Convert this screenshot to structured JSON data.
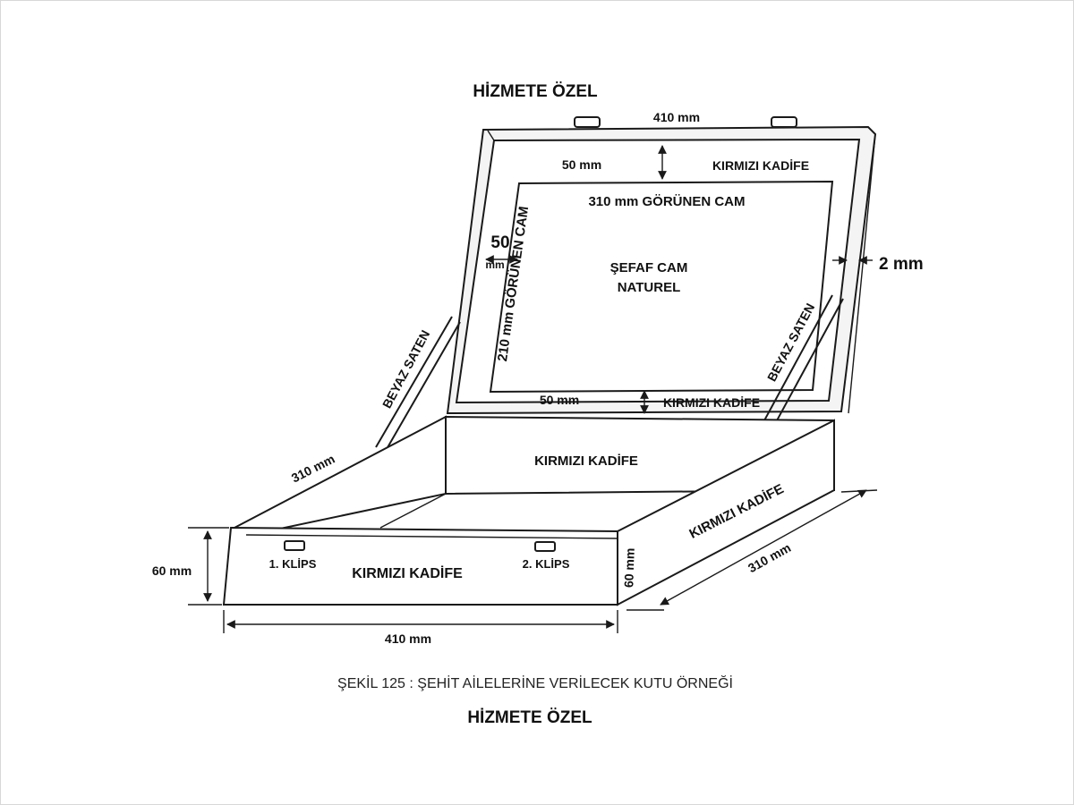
{
  "header": {
    "classification_top": "HİZMETE ÖZEL"
  },
  "footer": {
    "caption": "ŞEKİL 125 : ŞEHİT AİLELERİNE VERİLECEK KUTU ÖRNEĞİ",
    "classification_bottom": "HİZMETE ÖZEL"
  },
  "lid": {
    "width_label": "410 mm",
    "top_margin_label": "50 mm",
    "top_velvet_label": "KIRMIZI KADİFE",
    "glass_width_label": "310 mm GÖRÜNEN CAM",
    "glass_height_label": "210 mm GÖRÜNEN CAM",
    "side_margin_value": "50",
    "side_margin_unit": "mm",
    "glass_label_line1": "ŞEFAF CAM",
    "glass_label_line2": "NATUREL",
    "frame_thickness_label": "2 mm",
    "bottom_margin_label": "50 mm",
    "bottom_velvet_label": "KIRMIZI KADİFE"
  },
  "hinges": {
    "left_strap_label": "BEYAZ SATEN",
    "right_strap_label": "BEYAZ SATEN"
  },
  "base": {
    "back_wall_label": "KIRMIZI KADİFE",
    "left_depth_label": "310 mm",
    "front_velvet_label": "KIRMIZI KADİFE",
    "clip_1_label": "1. KLİPS",
    "clip_2_label": "2. KLİPS",
    "front_height_label": "60 mm",
    "side_height_label": "60 mm",
    "side_velvet_label": "KIRMIZI KADİFE",
    "front_width_label": "410 mm",
    "right_depth_label": "310 mm"
  }
}
